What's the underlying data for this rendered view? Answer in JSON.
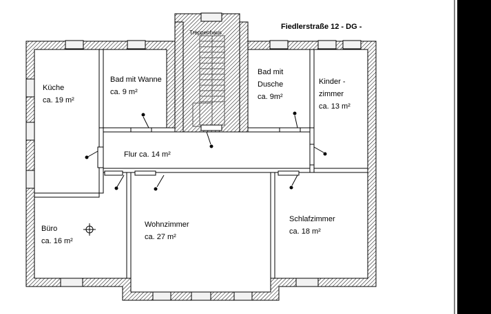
{
  "title": "Fiedlerstraße 12 - DG -",
  "stairwell": "Treppenhaus",
  "rooms": {
    "kueche": {
      "name": "Küche",
      "area": "ca. 19 m²"
    },
    "bad_wanne": {
      "name": "Bad mit Wanne",
      "area": "ca. 9 m²"
    },
    "bad_dusche": {
      "name1": "Bad mit",
      "name2": "Dusche",
      "area": "ca. 9m²"
    },
    "kinder": {
      "name1": "Kinder -",
      "name2": "zimmer",
      "area": "ca. 13 m²"
    },
    "flur": {
      "label": "Flur ca. 14 m²"
    },
    "buero": {
      "name": "Büro",
      "area": "ca. 16 m²"
    },
    "wohn": {
      "name": "Wohnzimmer",
      "area": "ca. 27 m²"
    },
    "schlaf": {
      "name": "Schlafzimmer",
      "area": "ca. 18 m²"
    }
  },
  "colors": {
    "wall_hatch": "#000000",
    "background": "#ffffff",
    "window_fill": "#f2f2f2"
  }
}
